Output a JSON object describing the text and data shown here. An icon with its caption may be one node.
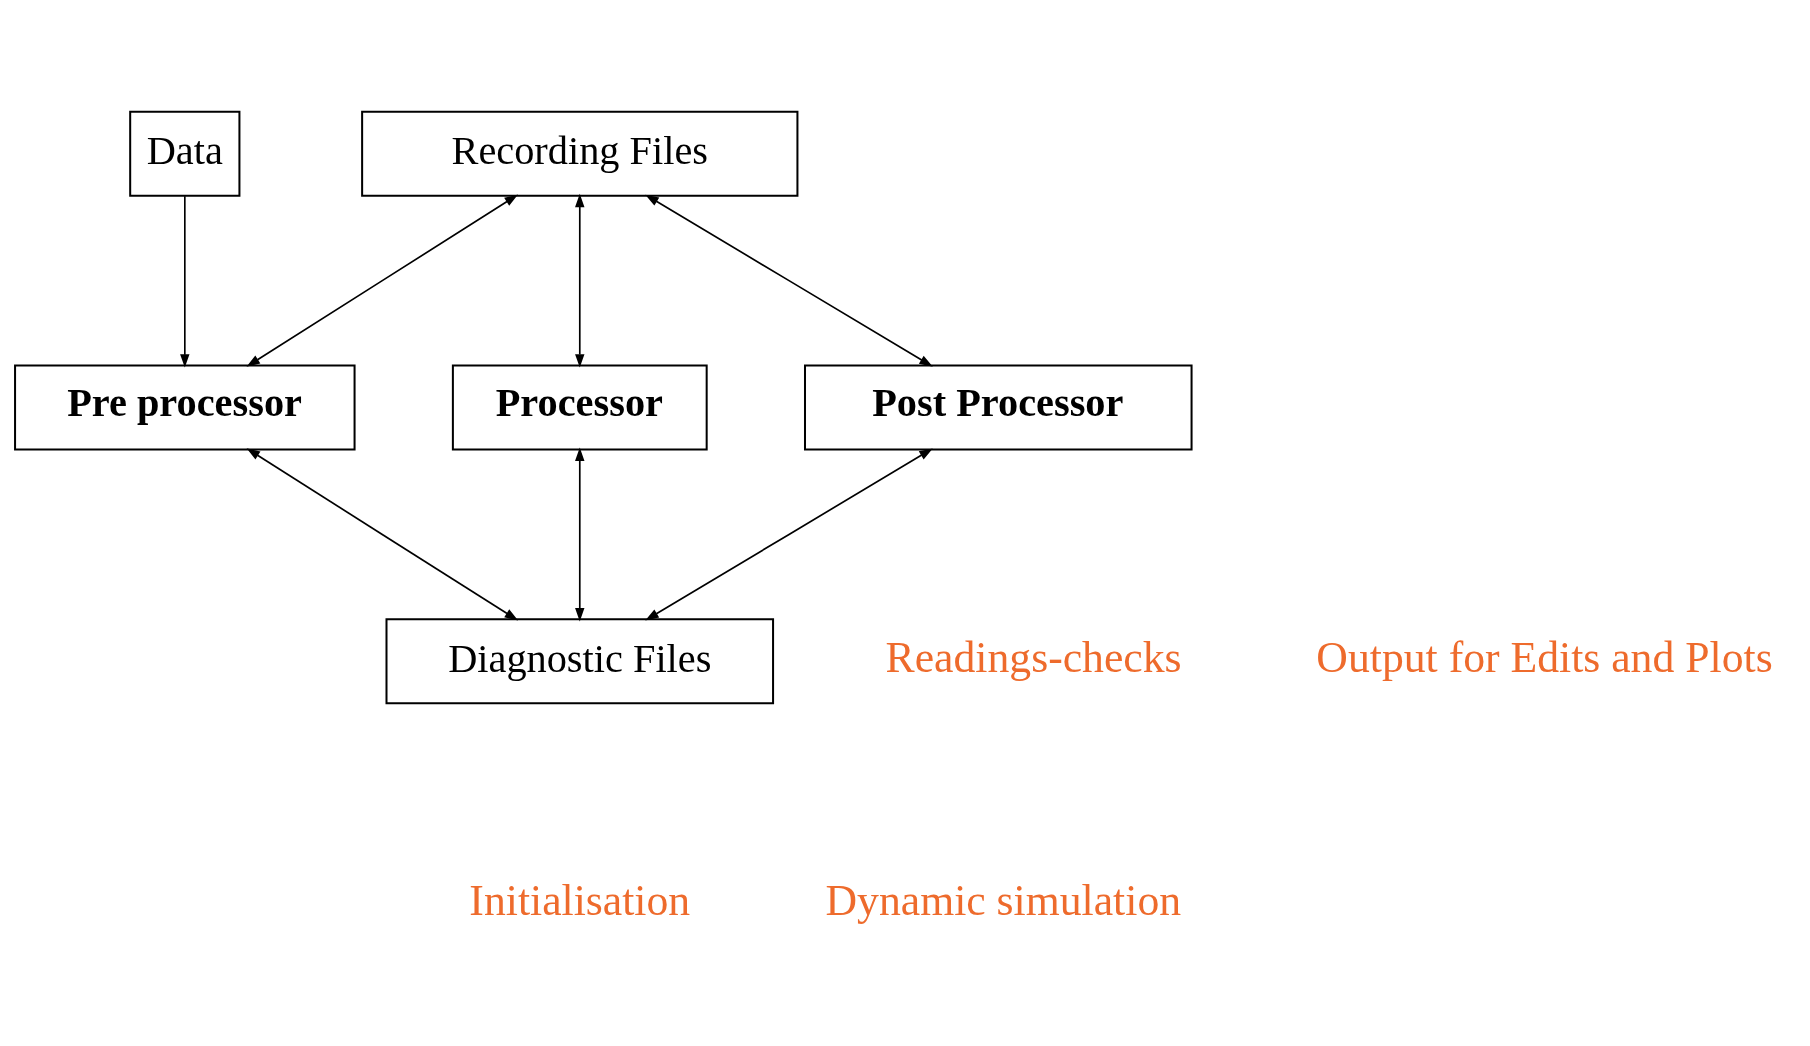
{
  "diagram": {
    "nodes": [
      {
        "text": [
          "Recording Files"
        ]
      },
      {
        "text": [
          "Data"
        ]
      },
      {
        "text": [
          "Pre processor"
        ]
      },
      {
        "text": [
          "Processor"
        ]
      },
      {
        "text": [
          "Post Processor"
        ]
      },
      {
        "text": [
          "Diagnostic Files"
        ]
      }
    ],
    "edges": [
      {
        "from": 1,
        "to": 2,
        "arrow": "to"
      },
      {
        "from": 0,
        "to": 2,
        "arrow": "both"
      },
      {
        "from": 0,
        "to": 3,
        "arrow": "both"
      },
      {
        "from": 0,
        "to": 4,
        "arrow": "both"
      },
      {
        "from": 2,
        "to": 5,
        "arrow": "both"
      },
      {
        "from": 3,
        "to": 5,
        "arrow": "both"
      },
      {
        "from": 4,
        "to": 5,
        "arrow": "both"
      }
    ],
    "labels": [
      "Readings-checks",
      "Initialisation",
      "Output for Edits and Plots",
      "Dynamic simulation"
    ]
  }
}
